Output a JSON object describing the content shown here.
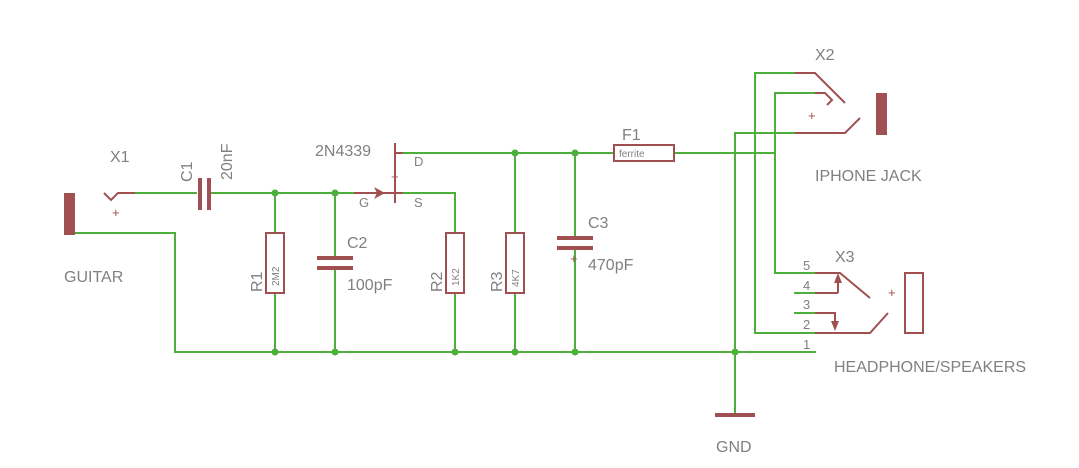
{
  "colors": {
    "wire": "#4caf3c",
    "part": "#a05050",
    "label": "#808080",
    "background": "#ffffff"
  },
  "labels": {
    "x1": "X1",
    "guitar": "GUITAR",
    "c1": "C1",
    "c1_value": "20nF",
    "r1": "R1",
    "r1_value": "2M2",
    "c2": "C2",
    "c2_value": "100pF",
    "q1": "2N4339",
    "gate": "G",
    "source": "S",
    "drain": "D",
    "r2": "R2",
    "r2_value": "1K2",
    "r3": "R3",
    "r3_value": "4K7",
    "c3": "C3",
    "c3_value": "470pF",
    "f1": "F1",
    "f1_value": "ferrite",
    "x2": "X2",
    "iphone_jack": "IPHONE JACK",
    "x3": "X3",
    "headphone": "HEADPHONE/SPEAKERS",
    "gnd": "GND",
    "pin5": "5",
    "pin4": "4",
    "pin3": "3",
    "pin2": "2",
    "pin1": "1",
    "plus": "+"
  }
}
